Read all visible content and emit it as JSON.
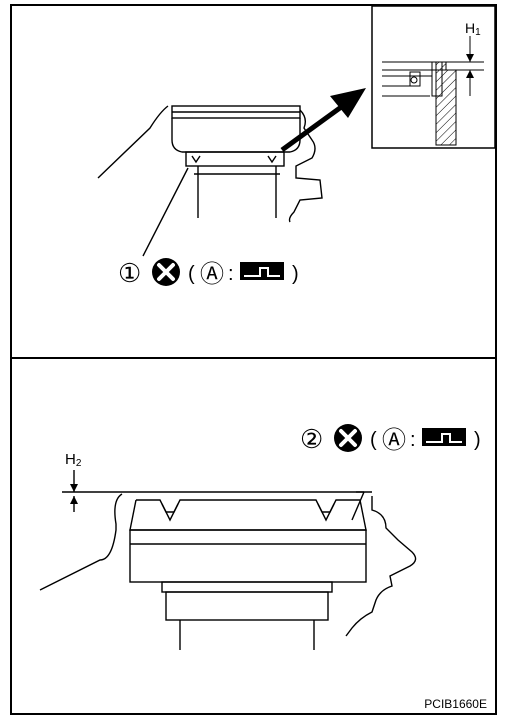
{
  "top_panel": {
    "callout_number": "①",
    "prefix": "(",
    "circle_letter": "Ⓐ",
    "colon": ":",
    "suffix": ")",
    "dimension_label": "H",
    "dimension_sub": "1"
  },
  "bottom_panel": {
    "callout_number": "②",
    "prefix": "(",
    "circle_letter": "Ⓐ",
    "colon": ":",
    "suffix": ")",
    "dimension_label": "H",
    "dimension_sub": "2"
  },
  "figure_id": "PCIB1660E",
  "icons": {
    "do_not_reuse": "x-circle-icon",
    "tool": "drift-tool-icon"
  }
}
